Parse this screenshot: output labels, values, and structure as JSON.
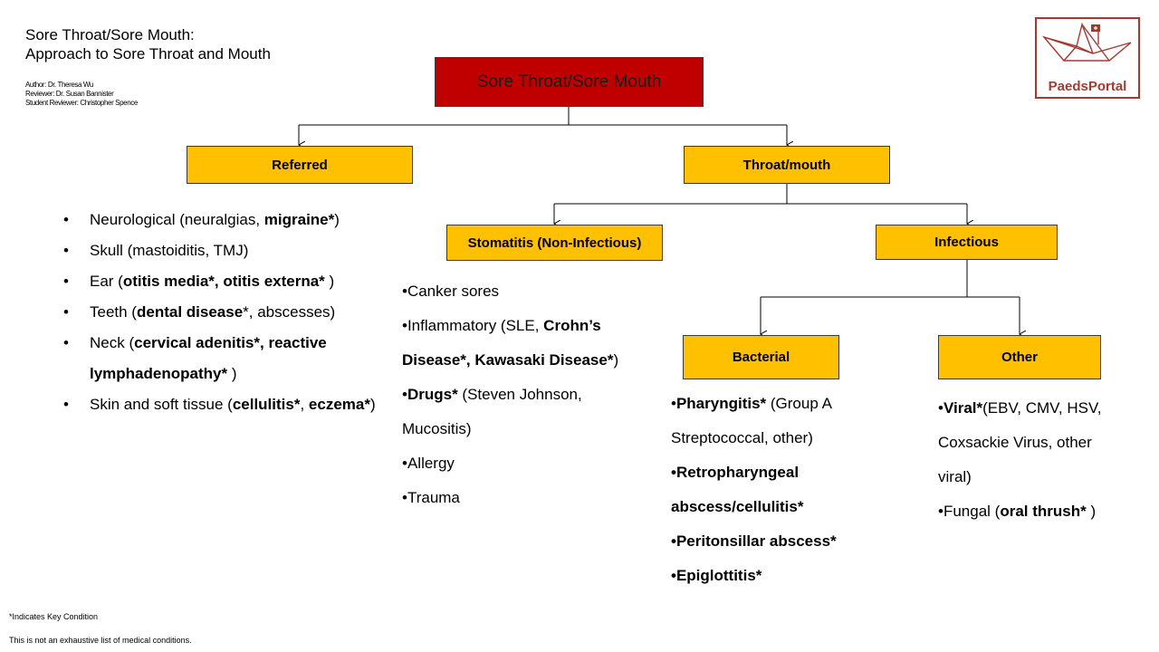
{
  "title": {
    "line1": "Sore Throat/Sore Mouth:",
    "line2": "Approach to Sore Throat and Mouth"
  },
  "credits": {
    "author": "Author: Dr. Theresa Wu",
    "reviewer": "Reviewer: Dr. Susan Bannister",
    "student_reviewer": "Student Reviewer: Christopher Spence"
  },
  "logo": {
    "text": "PaedsPortal",
    "icon": "paper-boat-flag-icon"
  },
  "nodes": {
    "root": "Sore Throat/Sore Mouth",
    "referred": "Referred",
    "throat_mouth": "Throat/mouth",
    "stomatitis": "Stomatitis (Non-Infectious)",
    "infectious": "Infectious",
    "bacterial": "Bacterial",
    "other": "Other"
  },
  "referred_list": {
    "i1_a": "Neurological (neuralgias, ",
    "i1_b": "migraine*",
    "i1_c": ")",
    "i2": "Skull (mastoiditis, TMJ)",
    "i3_a": "Ear (",
    "i3_b": "otitis media*, otitis externa*",
    "i3_c": " )",
    "i4_a": "Teeth (",
    "i4_b": "dental disease",
    "i4_c": "*, abscesses)",
    "i5_a": "Neck (",
    "i5_b": "cervical adenitis*, reactive lymphadenopathy*",
    "i5_c": " )",
    "i6_a": "Skin and soft tissue (",
    "i6_b": "cellulitis*",
    "i6_c": ", ",
    "i6_d": "eczema*",
    "i6_e": ")"
  },
  "stomatitis_list": {
    "i1": "•Canker sores",
    "i2_a": "•Inflammatory (SLE, ",
    "i2_b": "Crohn’s Disease*, Kawasaki Disease*",
    "i2_c": ")",
    "i3_a": "•",
    "i3_b": "Drugs*",
    "i3_c": " (Steven Johnson, Mucositis)",
    "i4": "•Allergy",
    "i5": "•Trauma"
  },
  "bacterial_list": {
    "i1_a": "•",
    "i1_b": "Pharyngitis*",
    "i1_c": " (Group A Streptococcal, other)",
    "i2": "•Retropharyngeal abscess/cellulitis*",
    "i3": "•Peritonsillar abscess*",
    "i4": "•Epiglottitis*"
  },
  "other_list": {
    "i1_a": "•",
    "i1_b": "Viral*",
    "i1_c": "(EBV, CMV, HSV, Coxsackie Virus, other viral)",
    "i2_a": "•Fungal (",
    "i2_b": "oral thrush*",
    "i2_c": " )"
  },
  "footnotes": {
    "key": "*Indicates Key Condition",
    "disclaimer": "This is not an exhaustive list of medical conditions."
  },
  "colors": {
    "root_fill": "#c00000",
    "node_fill": "#ffc000",
    "logo": "#a33a32"
  }
}
